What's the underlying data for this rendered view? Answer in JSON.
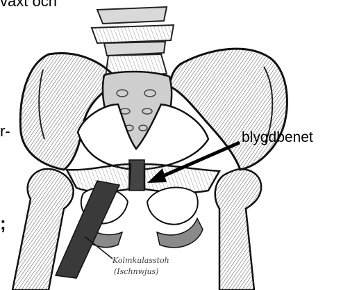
{
  "figure": {
    "fragments": {
      "top": "växt och",
      "middle": "r-",
      "lower": ";"
    },
    "callout": {
      "label": "blygdbenet"
    },
    "handwritten": {
      "line1": "Kolmkulasstoh",
      "line2": "(Ischnwjus)"
    }
  },
  "colors": {
    "background": "#ffffff",
    "ink": "#000000",
    "bone_shade": "#5a5a5a"
  }
}
